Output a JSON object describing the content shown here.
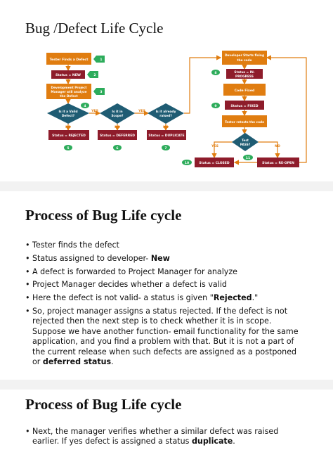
{
  "slide1": {
    "title": "Bug /Defect Life Cycle",
    "diagram": {
      "box_tester": "Tester Finds a Defect",
      "box_new": "Status = NEW",
      "box_pm_1": "Development Project",
      "box_pm_2": "Manager will analyze",
      "box_pm_3": "the Defect",
      "dia_valid_1": "Is it a Valid",
      "dia_valid_2": "Defect?",
      "dia_scope_1": "Is it in",
      "dia_scope_2": "Scope?",
      "dia_dup_1": "Is it already",
      "dia_dup_2": "raised?",
      "box_rejected": "Status = REJECTED",
      "box_deferred": "Status = DEFERRED",
      "box_duplicate": "Status = DUPLICATE",
      "box_dev_1": "Developer Starts fixing",
      "box_dev_2": "the code",
      "box_inprog_1": "Status = IN-",
      "box_inprog_2": "PROGRESS",
      "box_fixed_code": "Code Fixed",
      "box_fixed": "Status = FIXED",
      "box_retest": "Tester retests the code",
      "dia_test_1": "Test",
      "dia_test_2": "PASS?",
      "box_closed": "Status = CLOSED",
      "box_reopen": "Status = RE-OPEN",
      "yes": "YES",
      "no": "NO",
      "n1": "1",
      "n2": "2",
      "n3": "3",
      "n4": "4",
      "n5": "5",
      "n6": "6",
      "n7": "7",
      "n8": "8",
      "n9": "9",
      "n10": "10",
      "n11": "11",
      "colors": {
        "orange": "#e07d10",
        "maroon": "#8e1c2b",
        "teal": "#1f5c73",
        "green": "#2dac5b",
        "arrow": "#e07d10"
      }
    }
  },
  "slide2": {
    "title": "Process of Bug Life cycle",
    "bullets": [
      {
        "text": "Tester finds the defect"
      },
      {
        "pre": "Status assigned to developer- ",
        "bold": "New",
        "post": ""
      },
      {
        "text": "A defect is forwarded to Project Manager for analyze"
      },
      {
        "text": "Project Manager decides whether a defect is valid"
      },
      {
        "pre": "Here the defect is not valid- a status is given \"",
        "bold": "Rejected",
        "post": ".\""
      },
      {
        "pre": "So, project manager assigns a status rejected. If the defect is not rejected then the next step is to check whether it is in scope. Suppose we have another function- email functionality for the same application, and you find a problem with that. But it is not a part of the current release when such defects are assigned as a postponed or ",
        "bold": "deferred status",
        "post": "."
      }
    ]
  },
  "slide3": {
    "title": "Process of Bug Life cycle",
    "bullets": [
      {
        "pre": "Next, the manager verifies whether a similar defect was raised earlier. If yes defect is assigned a status ",
        "bold": "duplicate",
        "post": "."
      }
    ]
  }
}
